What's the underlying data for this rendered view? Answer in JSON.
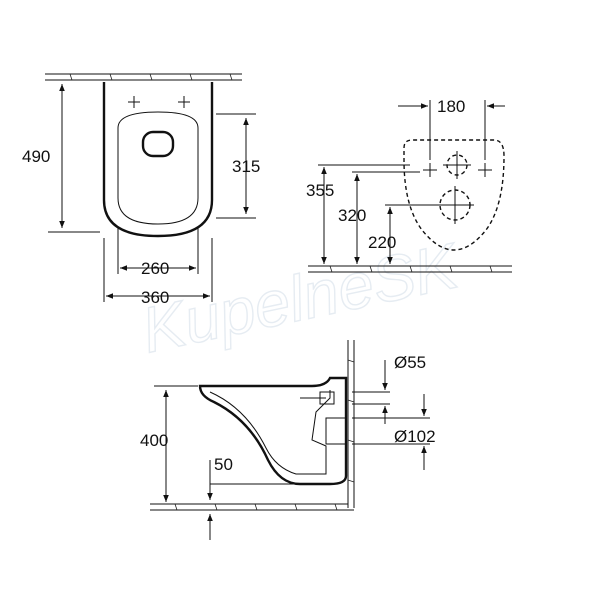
{
  "watermark": "KupelneSK",
  "dimensions": {
    "top_view": {
      "height": "490",
      "seat_length": "315",
      "inner_width": "260",
      "outer_width": "360"
    },
    "wall_view": {
      "hole_spacing": "180",
      "height_upper": "355",
      "height_mid": "320",
      "height_low": "220"
    },
    "side_view": {
      "height": "400",
      "offset": "50",
      "inlet_diameter": "Ø55",
      "outlet_diameter": "Ø102"
    }
  }
}
